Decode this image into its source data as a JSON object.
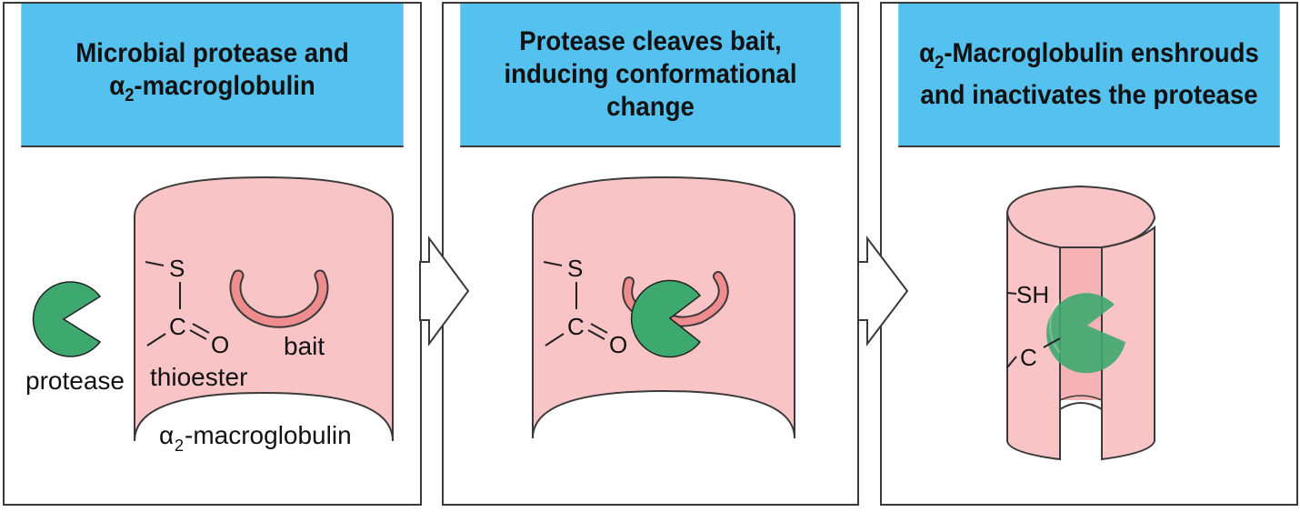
{
  "panels": [
    {
      "title_line1": "Microbial protease and",
      "title_line2_alpha": "α",
      "title_line2_sub": "2",
      "title_line2_rest": "-macroglobulin"
    },
    {
      "title_line1": "Protease cleaves bait,",
      "title_line2": "inducing conformational",
      "title_line3": "change"
    },
    {
      "title_line1_alpha": "α",
      "title_line1_sub": "2",
      "title_line1_rest": "-Macroglobulin enshrouds",
      "title_line2": "and inactivates the protease"
    }
  ],
  "labels": {
    "protease": "protease",
    "thioester": "thioester",
    "bait": "bait",
    "alpha": "α",
    "sub2": "2",
    "macroglobulin": "-macroglobulin",
    "S": "S",
    "C": "C",
    "O": "O",
    "SH": "SH"
  },
  "colors": {
    "header": "#55c1ef",
    "cylinder": "#f9c4c6",
    "bait": "#ee8c8e",
    "protease": "#3ea96e",
    "outline": "#3a3a3a"
  }
}
